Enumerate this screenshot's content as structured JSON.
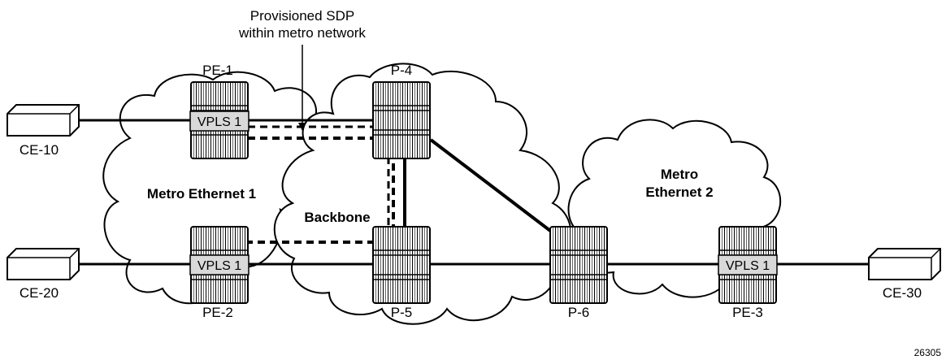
{
  "annotation": {
    "line1": "Provisioned SDP",
    "line2": "within metro network"
  },
  "clouds": {
    "metro1": "Metro Ethernet 1",
    "backbone": "Backbone",
    "metro2_line1": "Metro",
    "metro2_line2": "Ethernet 2"
  },
  "nodes": {
    "pe1": "PE-1",
    "pe2": "PE-2",
    "pe3": "PE-3",
    "p4": "P-4",
    "p5": "P-5",
    "p6": "P-6",
    "ce10": "CE-10",
    "ce20": "CE-20",
    "ce30": "CE-30"
  },
  "services": {
    "vpls_pe1": "VPLS 1",
    "vpls_pe2": "VPLS 1",
    "vpls_pe3": "VPLS 1"
  },
  "figure_id": "26305"
}
